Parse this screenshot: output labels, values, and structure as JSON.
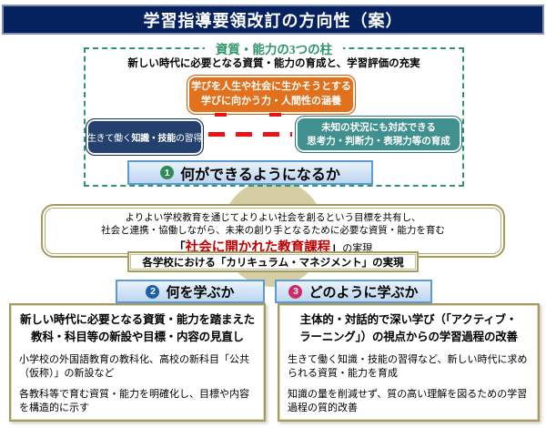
{
  "title": "学習指導要領改訂の方向性（案）",
  "pillars": {
    "label": "資質・能力の3つの柱",
    "subtitle": "新しい時代に必要となる資質・能力の育成と、学習評価の充実",
    "orange_box": {
      "line1": "学びを人生や社会に生かそうとする",
      "line2": "学びに向かう力・人間性の涵養"
    },
    "navy_box": {
      "pre": "生きて働く",
      "bold": "知識・技能",
      "post": "の習得"
    },
    "teal_box": {
      "line1": "未知の状況にも対応できる",
      "line2": "思考力・判断力・表現力等の育成"
    },
    "banner1": {
      "number": "1",
      "label": "何ができるようになるか"
    }
  },
  "goal": {
    "line1": "よりよい学校教育を通じてよりよい社会を創るという目標を共有し、",
    "line2": "社会と連携・協働しながら、未来の創り手となるために必要な資質・能力を育む",
    "bracket_open": "「",
    "highlight": "社会に開かれた教育課程",
    "bracket_close": "」",
    "suffix": "の実現",
    "sub_box": "各学校における「カリキュラム・マネジメント」の実現"
  },
  "banner2": {
    "number": "2",
    "label": "何を学ぶか"
  },
  "banner3": {
    "number": "3",
    "label": "どのように学ぶか"
  },
  "left_box": {
    "heading": "新しい時代に必要となる資質・能力を踏まえた\n教科・科目等の新設や目標・内容の見直し",
    "para1": "小学校の外国語教育の教科化、高校の新科目「公共（仮称）」の新設など",
    "para2": "各教科等で育む資質・能力を明確化し、目標や内容を構造的に示す"
  },
  "right_box": {
    "heading": "主体的・対話的で深い学び（「アクティブ・\nラーニング」）の視点からの学習過程の改善",
    "para1": "生きて働く知識・技能の習得など、新しい時代に求められる資質・能力を育成",
    "para2": "知識の量を削減せず、質の高い理解を図るための学習過程の質的改善"
  },
  "colors": {
    "title_bar": "#05215E",
    "pillar_green": "#2E9667",
    "orange": "#E2711D",
    "navy": "#24406E",
    "teal": "#3F908E",
    "banner_border": "#5B9BD5",
    "frame_olive": "#A49A62",
    "red_connector": "#EE1111",
    "red_highlight": "#C00000",
    "badge1": "#2E8B57",
    "badge2": "#1D5FA8",
    "badge3": "#CE2A63"
  }
}
